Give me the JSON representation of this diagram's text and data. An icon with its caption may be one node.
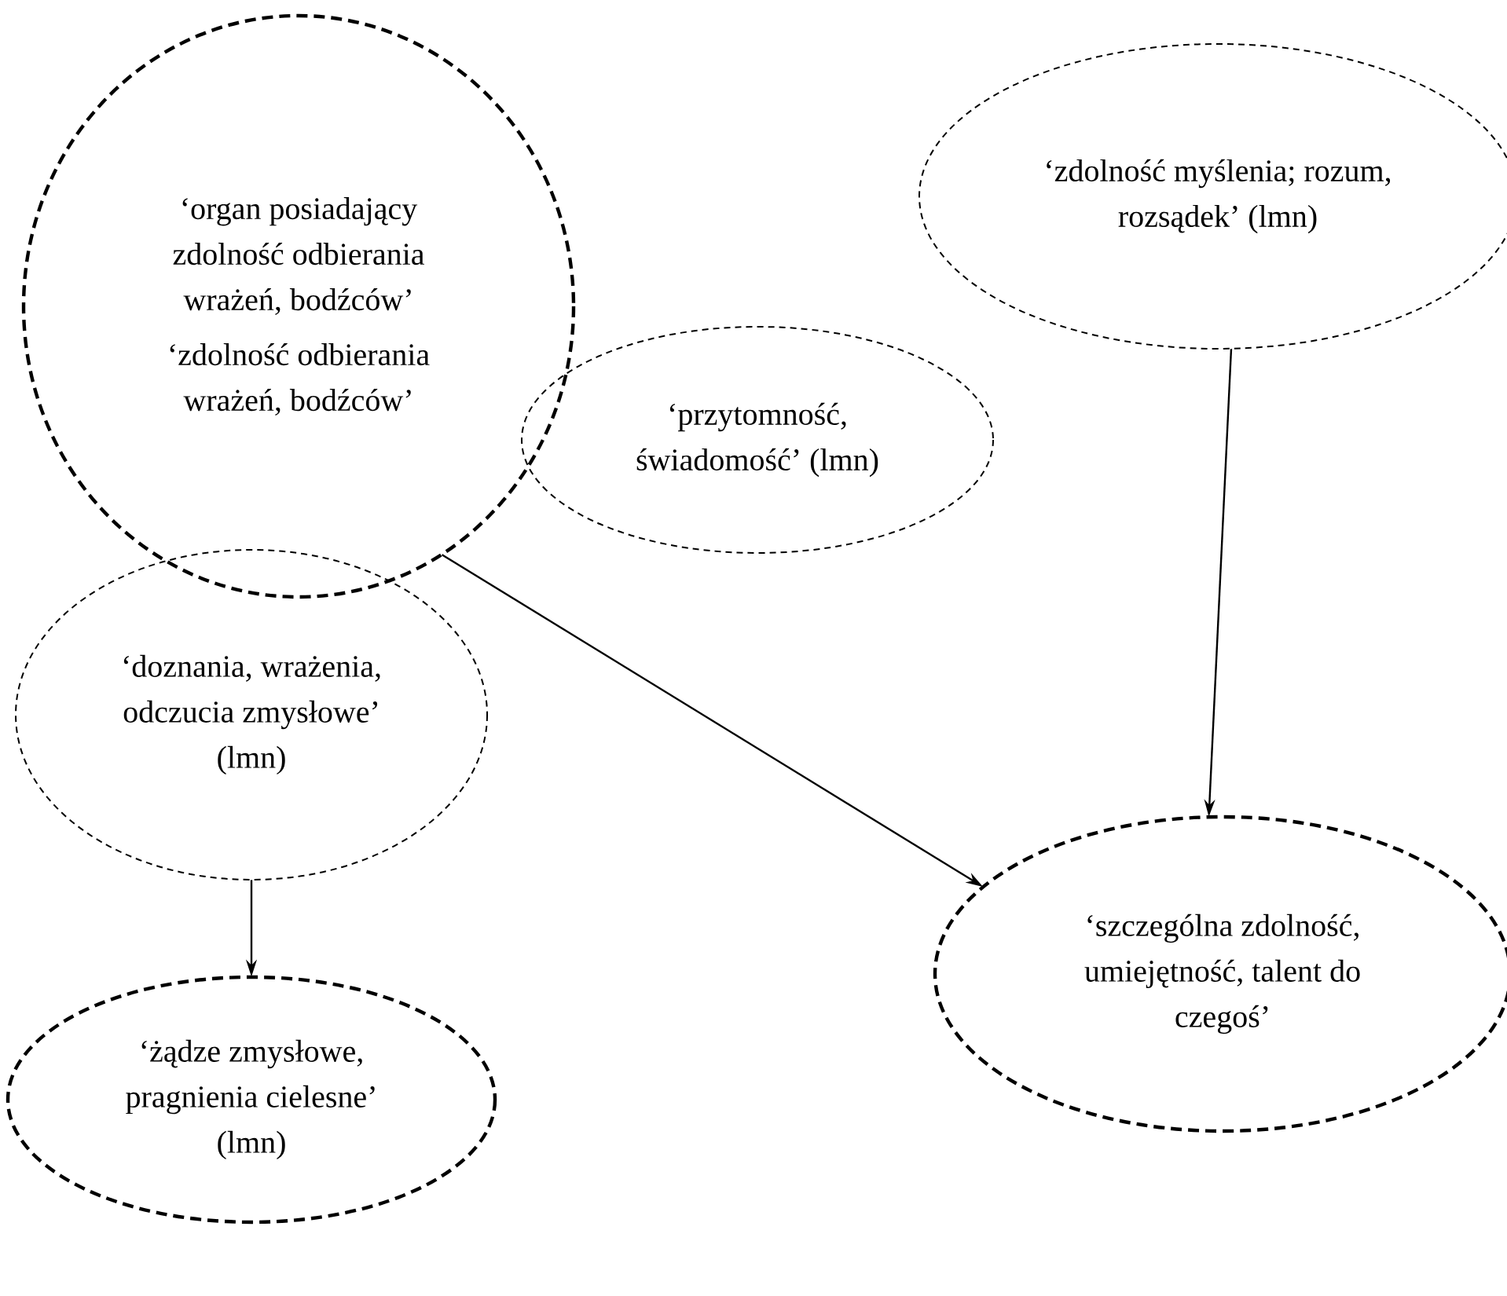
{
  "diagram": {
    "nodes": [
      {
        "text": [
          "‘organ posiadający zdolność odbierania wrażeń, bodźców’",
          "‘zdolność odbierania wrażeń, bodźców’"
        ]
      },
      {
        "text": [
          "‘zdolność myślenia; rozum, rozsądek’ (lmn)"
        ]
      },
      {
        "text": [
          "‘przytomność, świadomość’ (lmn)"
        ]
      },
      {
        "text": [
          "‘doznania, wrażenia, odczucia zmysłowe’ (lmn)"
        ]
      },
      {
        "text": [
          "‘szczególna zdolność, umiejętność, talent do czegoś’"
        ]
      },
      {
        "text": [
          "‘żądze zmysłowe, pragnienia cielesne’ (lmn)"
        ]
      }
    ],
    "edges": [
      {
        "from": 0,
        "to": 4,
        "arrow": "to"
      },
      {
        "from": 1,
        "to": 4,
        "arrow": "to"
      },
      {
        "from": 3,
        "to": 5,
        "arrow": "to"
      }
    ]
  }
}
